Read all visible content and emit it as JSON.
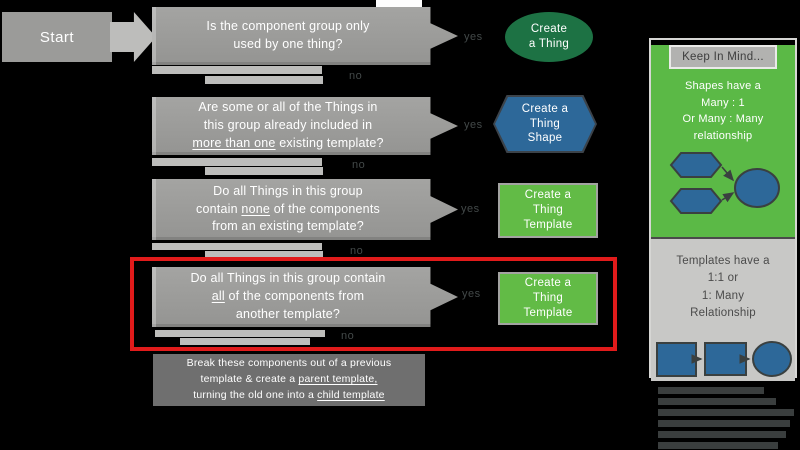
{
  "colors": {
    "dark_green": "#1d7244",
    "blue": "#2d6899",
    "light_green": "#62bb46",
    "box_gray": "#9b9b99",
    "note_gray": "#6f6f6f",
    "sidebar_green": "#5bb946",
    "sidebar_gray": "#c8c8c6",
    "highlight_red": "#e11b1b",
    "label_dark": "#434949"
  },
  "start": {
    "label": "Start"
  },
  "questions": {
    "q1": {
      "line1": "Is the component group only",
      "line2": "used by one thing?"
    },
    "q2": {
      "line1": "Are some or all of the Things in",
      "line2": "this group already included in",
      "line3_u": "more than one",
      "line3_rest": " existing template?"
    },
    "q3": {
      "line1": "Do all Things in this group",
      "line2_pre": "contain ",
      "line2_u": "none",
      "line2_rest": " of the components",
      "line3": "from an existing template?"
    },
    "q4": {
      "line1": "Do all Things in this group contain",
      "line2_u": "all",
      "line2_rest": " of the components from",
      "line3": "another template?"
    }
  },
  "branch_labels": {
    "yes": "yes",
    "no": "no"
  },
  "results": {
    "r1": {
      "line1": "Create",
      "line2": "a Thing"
    },
    "r2": {
      "line1": "Create a",
      "line2": "Thing",
      "line3": "Shape"
    },
    "r3": {
      "line1": "Create a",
      "line2": "Thing",
      "line3": "Template"
    },
    "r4": {
      "line1": "Create a",
      "line2": "Thing",
      "line3": "Template"
    }
  },
  "note": {
    "line1": "Break these components out of a previous",
    "line2_pre": "template & create a ",
    "line2_u": "parent template,",
    "line3_pre": "turning the old one into a ",
    "line3_u": "child template"
  },
  "sidebar": {
    "title": "Keep In Mind...",
    "shapes_note": {
      "line1": "Shapes have a",
      "line2": "Many : 1",
      "line3": "Or Many : Many",
      "line4": "relationship"
    },
    "templates_note": {
      "line1": "Templates have a",
      "line2": "1:1 or",
      "line3": "1: Many",
      "line4": "Relationship"
    }
  }
}
